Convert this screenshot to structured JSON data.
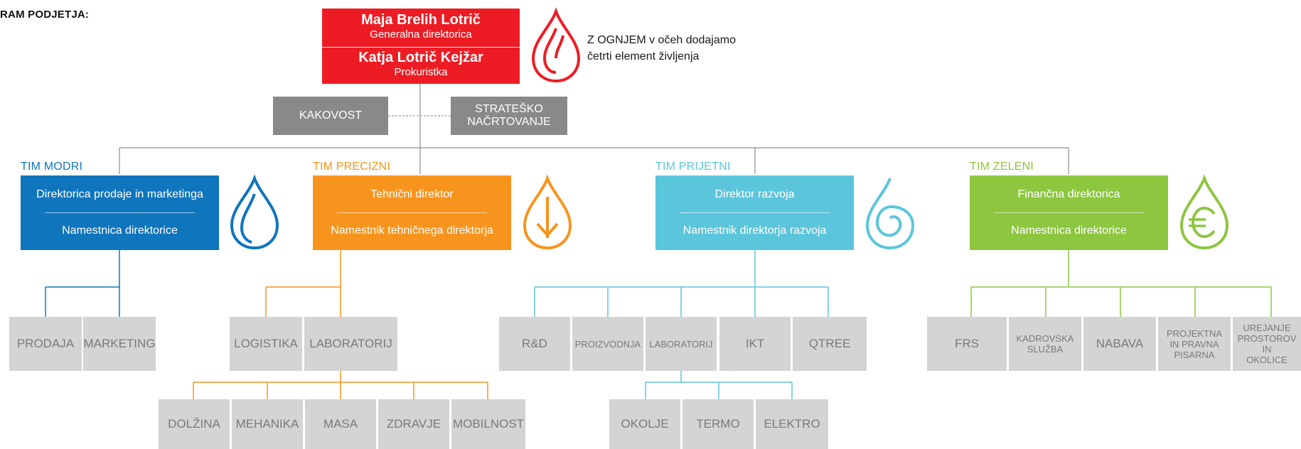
{
  "title": "RAM PODJETJA:",
  "top": {
    "name1": "Maja Brelih Lotrič",
    "role1": "Generalna direktorica",
    "name2": "Katja Lotrič Kejžar",
    "role2": "Prokuristka"
  },
  "fire_text": {
    "line1": "Z OGNJEM v očeh dodajamo",
    "line2": "četrti element življenja"
  },
  "staff": {
    "quality": "KAKOVOST",
    "strategic_line1": "STRATEŠKO",
    "strategic_line2": "NAČRTOVANJE"
  },
  "teams": [
    {
      "label": "TIM MODRI",
      "line1": "Direktorica prodaje in marketinga",
      "line2": "Namestnica direktorice",
      "color": "#0f75bc",
      "icon": "water-drop-icon",
      "departments": [
        "PRODAJA",
        "MARKETING"
      ]
    },
    {
      "label": "TIM PRECIZNI",
      "line1": "Tehnični direktor",
      "line2": "Namestnik tehničnega direktorja",
      "color": "#f7941d",
      "icon": "drop-arrow-icon",
      "departments": [
        "LOGISTIKA",
        "LABORATORIJ"
      ],
      "sub_departments": [
        "DOLŽINA",
        "MEHANIKA",
        "MASA",
        "ZDRAVJE",
        "MOBILNOST"
      ]
    },
    {
      "label": "TIM PRIJETNI",
      "line1": "Direktor razvoja",
      "line2": "Namestnik direktorja razvoja",
      "color": "#5bc5db",
      "icon": "drop-spiral-icon",
      "departments": [
        "R&D",
        "PROIZVODNJA",
        "LABORATORIJ",
        "IKT",
        "QTREE"
      ],
      "sub_departments": [
        "OKOLJE",
        "TERMO",
        "ELEKTRO"
      ]
    },
    {
      "label": "TIM ZELENI",
      "line1": "Finančna direktorica",
      "line2": "Namestnica direktorice",
      "color": "#8dc63f",
      "icon": "drop-euro-icon",
      "departments": [
        "FRS",
        "KADROVSKA SLUŽBA",
        "NABAVA",
        "PROJEKTNA IN PRAVNA PISARNA",
        "UREJANJE PROSTOROV IN OKOLICE"
      ]
    }
  ],
  "leaf_labels": {
    "kadrovska_1": "KADROVSKA",
    "kadrovska_2": "SLUŽBA",
    "projektna_1": "PROJEKTNA",
    "projektna_2": "IN PRAVNA",
    "projektna_3": "PISARNA",
    "urejanje_1": "UREJANJE",
    "urejanje_2": "PROSTOROV IN",
    "urejanje_3": "OKOLICE"
  },
  "colors": {
    "fire": "#ed1c24",
    "grey": "#898989",
    "leaf": "#d4d4d4",
    "leaf_text": "#7a7a7a"
  }
}
